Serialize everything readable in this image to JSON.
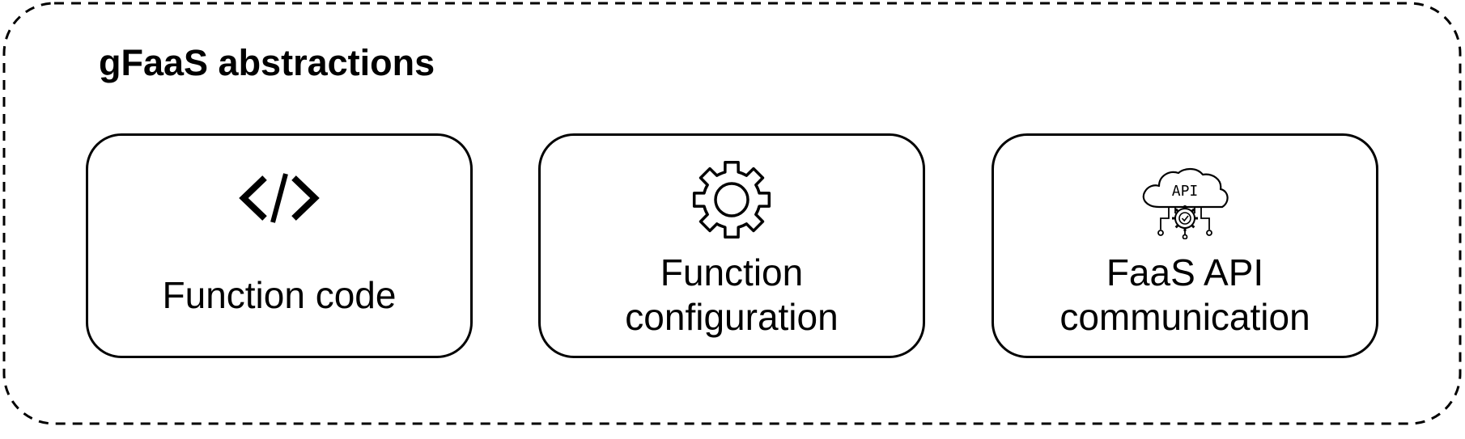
{
  "title": "gFaaS abstractions",
  "cards": [
    {
      "icon": "code-icon",
      "label": "Function code"
    },
    {
      "icon": "gear-icon",
      "label_lines": [
        "Function",
        "configuration"
      ]
    },
    {
      "icon": "cloud-api-icon",
      "icon_text": "API",
      "label_lines": [
        "FaaS API",
        "communication"
      ]
    }
  ]
}
